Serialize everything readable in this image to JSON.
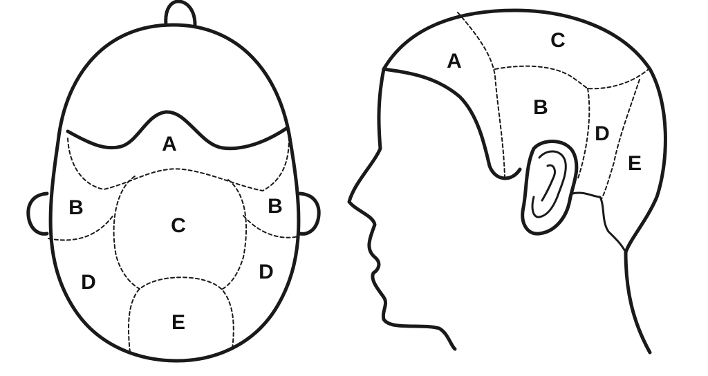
{
  "top_view": {
    "labels": {
      "a": "A",
      "b_left": "B",
      "b_right": "B",
      "c": "C",
      "d_left": "D",
      "d_right": "D",
      "e": "E"
    }
  },
  "side_view": {
    "labels": {
      "a": "A",
      "b": "B",
      "c": "C",
      "d": "D",
      "e": "E"
    }
  }
}
